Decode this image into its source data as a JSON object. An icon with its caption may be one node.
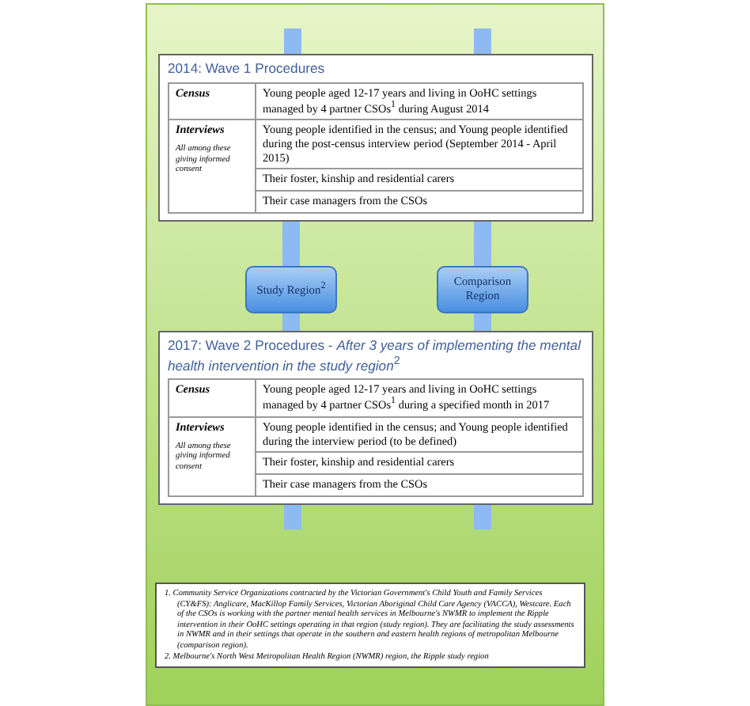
{
  "diagram": {
    "nodes": [
      {
        "text": [
          "2014: Wave 1 Procedures"
        ]
      },
      {
        "text": [
          "Study Region$^{2}$"
        ]
      },
      {
        "text": [
          "Comparison Region"
        ]
      },
      {
        "text": [
          "2017: Wave 2 Procedures - *After 3 years of implementing the mental health intervention in the study region*$^{2}$"
        ]
      },
      {
        "text": [
          "1. Community Service Organizations contracted by the Victorian Government's Child Youth and Family Services (CY&FS): Anglicare, MacKillop Family Services, Victorian Aboriginal Child Care Agency (VACCA), Westcare. Each of the CSOs is working with the partner mental health services in Melbourne's NWMR to implement the Ripple intervention in their OoHC settings operating in that region (study region). They are facilitating the study assessments in NWMR and in their settings that operate in the southern and eastern health regions of metropolitan Melbourne (comparison region).",
          "2. Melbourne's North West Metropolitan Health Region (NWMR) region, the Ripple study region"
        ]
      }
    ],
    "edges": [
      {
        "from": null,
        "to": 0,
        "arrow": "none"
      },
      {
        "from": null,
        "to": 0,
        "arrow": "none"
      },
      {
        "from": 0,
        "to": 1,
        "arrow": "none"
      },
      {
        "from": 0,
        "to": 2,
        "arrow": "none"
      },
      {
        "from": 1,
        "to": 3,
        "arrow": "none"
      },
      {
        "from": 2,
        "to": 3,
        "arrow": "none"
      },
      {
        "from": 3,
        "to": null,
        "arrow": "none"
      },
      {
        "from": 3,
        "to": null,
        "arrow": "none"
      }
    ],
    "labels": [
      "Census",
      "Young people aged 12-17 years and living in OoHC settings managed by 4 partner CSOs$^{1}$ during August 2014",
      "Interviews",
      "All among these giving informed consent",
      "Young people identified in the census; and Young people identified during the post-census interview period (September 2014 - April 2015)",
      "Their foster, kinship and residential carers",
      "Their case managers from the CSOs",
      "Census",
      "Young people aged 12-17 years and living in OoHC settings managed by 4 partner CSOs$^{1}$ during a specified month in 2017",
      "Interviews",
      "All among these giving informed consent",
      "Young people identified in the census; and Young people identified during the interview period (to be defined)",
      "Their foster, kinship and residential carers",
      "Their case managers from the CSOs"
    ]
  }
}
